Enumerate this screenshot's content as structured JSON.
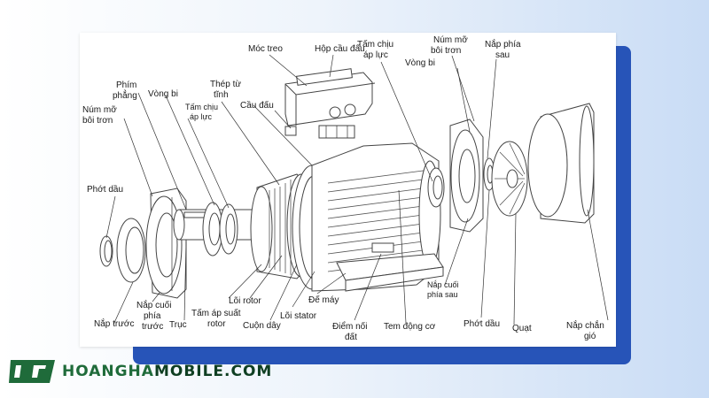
{
  "brand": {
    "part1": "HOANGHA",
    "part2": "MOBILE.COM"
  },
  "diagram": {
    "labels": {
      "moc_treo": "Móc treo",
      "hop_cau_dau": "Hộp cầu đấu",
      "tam_chiu_ap_luc_top_1": "Tấm chịu",
      "tam_chiu_ap_luc_top_2": "áp lực",
      "num_mo_top_1": "Núm mỡ",
      "num_mo_top_2": "bôi trơn",
      "nap_phia_sau_1": "Nắp phía",
      "nap_phia_sau_2": "sau",
      "vong_bi_right": "Vòng bi",
      "phim_phang_1": "Phím",
      "phim_phang_2": "phẳng",
      "vong_bi_left": "Vòng bi",
      "thep_tu_tinh_1": "Thép từ",
      "thep_tu_tinh_2": "tĩnh",
      "num_mo_left_1": "Núm mỡ",
      "num_mo_left_2": "bôi trơn",
      "tam_chiu_left_1": "Tấm chịu",
      "tam_chiu_left_2": "áp lực",
      "cau_dau": "Cầu đấu",
      "phot_dau_left": "Phớt dầu",
      "nap_cuoi_phia_sau_1": "Nắp cuối",
      "nap_cuoi_phia_sau_2": "phía sau",
      "phot_dau_right": "Phớt dầu",
      "quat": "Quạt",
      "nap_chan_gio_1": "Nắp chắn",
      "nap_chan_gio_2": "gió",
      "nap_truoc": "Nắp trước",
      "nap_cuoi_phia_truoc_1": "Nắp cuối",
      "nap_cuoi_phia_truoc_2": "phía",
      "nap_cuoi_phia_truoc_3": "trước",
      "truc": "Trục",
      "tam_ap_suat_rotor_1": "Tấm áp suất",
      "tam_ap_suat_rotor_2": "rotor",
      "loi_rotor": "Lõi rotor",
      "cuon_day": "Cuộn dây",
      "loi_stator": "Lõi stator",
      "de_may": "Đế máy",
      "diem_noi_dat_1": "Điểm nối",
      "diem_noi_dat_2": "đất",
      "tem_dong_co": "Tem động cơ"
    }
  }
}
